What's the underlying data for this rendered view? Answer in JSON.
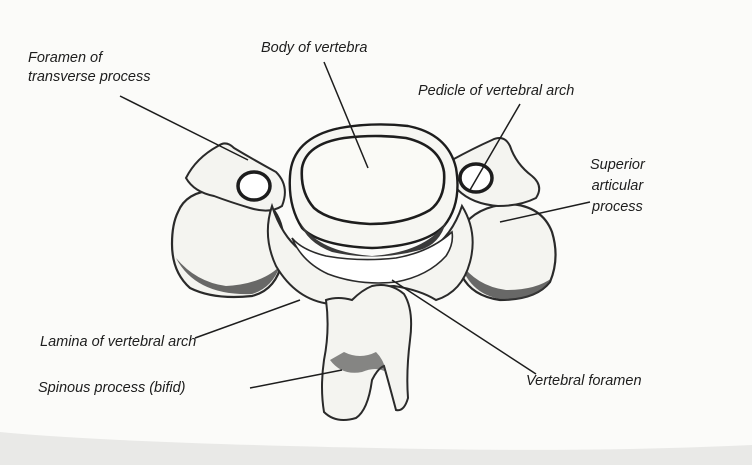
{
  "labels": {
    "foramen_transverse_line1": "Foramen of",
    "foramen_transverse_line2": "transverse process",
    "body_of_vertebra": "Body of vertebra",
    "pedicle": "Pedicle of vertebral arch",
    "superior_line1": "Superior",
    "superior_line2": "articular",
    "superior_line3": "process",
    "lamina": "Lamina of vertebral arch",
    "spinous": "Spinous process (bifid)",
    "vertebral_foramen": "Vertebral foramen"
  },
  "colors": {
    "paper": "#fbfbf9",
    "background": "#e9e9e7",
    "ink": "#1d1d1d",
    "shade": "#3a3a3a"
  }
}
